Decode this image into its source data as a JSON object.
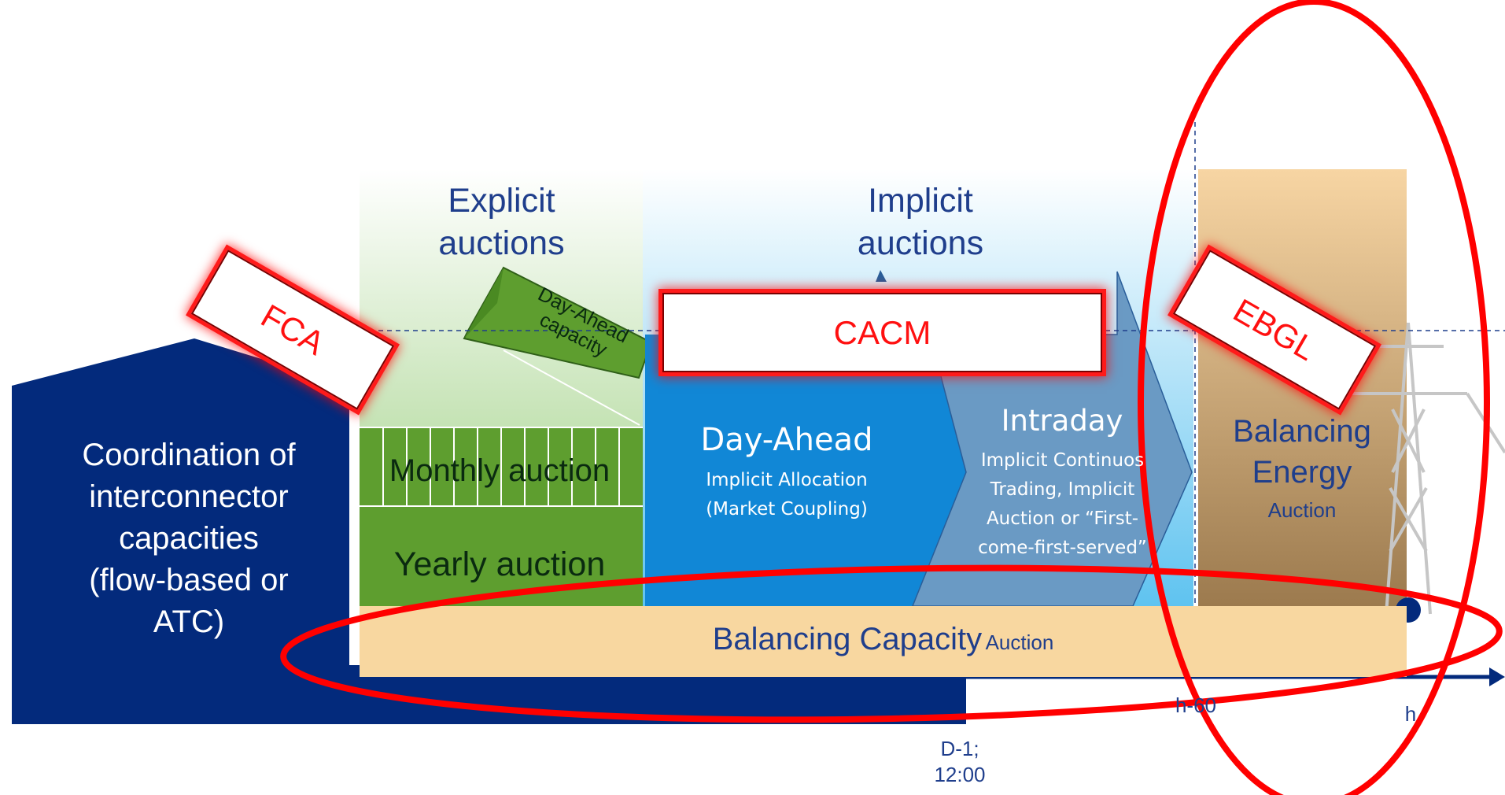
{
  "coordination": {
    "text": "Coordination of\ninterconnector\ncapacities\n(flow-based or\nATC)"
  },
  "explicit": {
    "header": "Explicit\nauctions",
    "day_ahead_capacity": "Day-Ahead\ncapacity",
    "monthly": "Monthly auction",
    "yearly": "Yearly auction"
  },
  "implicit": {
    "header": "Implicit\nauctions",
    "day_ahead_title": "Day-Ahead",
    "day_ahead_sub": "Implicit Allocation\n(Market Coupling)",
    "intraday_title": "Intraday",
    "intraday_sub": "Implicit Continuos\nTrading, Implicit\nAuction or “First-\ncome-first-served”"
  },
  "balancing_energy": {
    "title": "Balancing\nEnergy",
    "sub": "Auction"
  },
  "balancing_capacity": {
    "title": "Balancing Capacity",
    "sub": "Auction"
  },
  "callouts": {
    "fca": "FCA",
    "cacm": "CACM",
    "ebgl": "EBGL"
  },
  "timeline": {
    "d1": "D-1;\n12:00",
    "h60": "h-60",
    "h": "h"
  },
  "colors": {
    "navy": "#032a7c",
    "green": "#5e9e2f",
    "blue": "#1187d6",
    "steel": "#6a9ac4",
    "beige": "#f8d7a0",
    "highlight_red": "#ff0000",
    "text_blue": "#1f3e8c"
  }
}
